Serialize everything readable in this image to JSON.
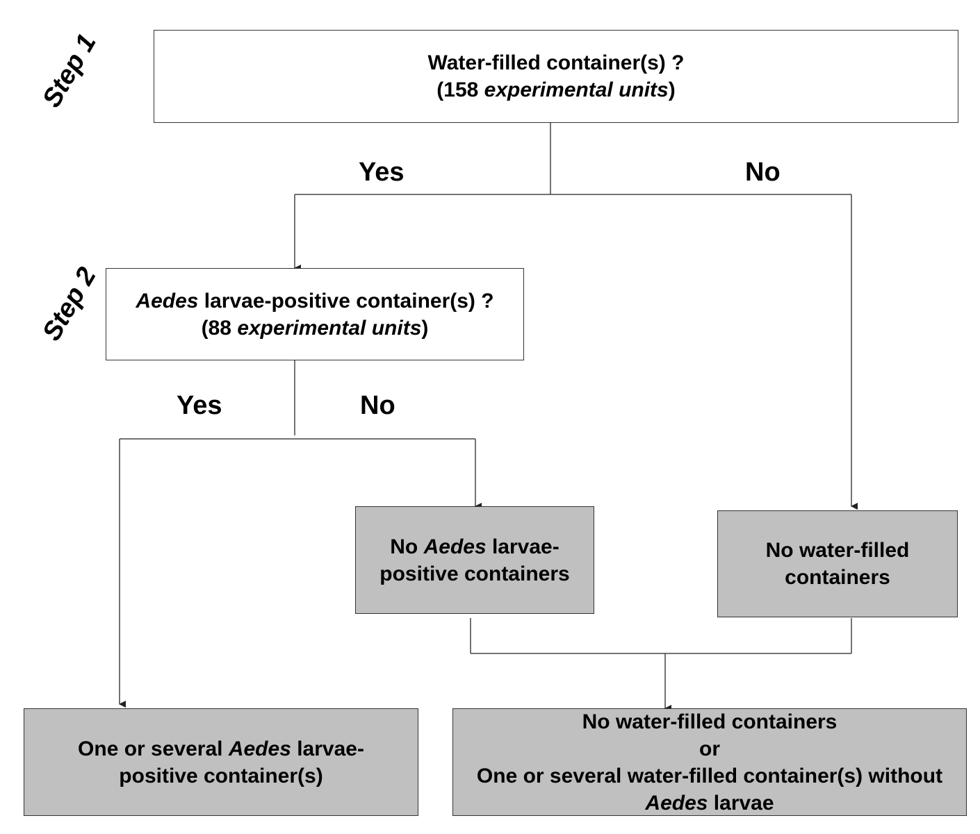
{
  "steps": {
    "step1": "Step 1",
    "step2": "Step 2"
  },
  "step1_box": {
    "line1": "Water-filled container(s) ?",
    "line2_open": "(158 ",
    "line2_italic": "experimental units",
    "line2_close": ")"
  },
  "step2_box": {
    "line1_italic": "Aedes",
    "line1_rest": " larvae-positive container(s) ?",
    "line2_open": "(88 ",
    "line2_italic": "experimental units",
    "line2_close": ")"
  },
  "branch_labels": {
    "step1_yes": "Yes",
    "step1_no": "No",
    "step2_yes": "Yes",
    "step2_no": "No"
  },
  "outcome_no_aedes": {
    "line1_pre": "No ",
    "line1_italic": "Aedes",
    "line1_post": " larvae-",
    "line2": "positive containers"
  },
  "outcome_no_water": {
    "line1": "No water-filled",
    "line2": "containers"
  },
  "result_positive": {
    "line1_pre": "One or several ",
    "line1_italic": "Aedes",
    "line1_post": " larvae-",
    "line2": "positive container(s)"
  },
  "result_negative": {
    "line1": "No water-filled containers",
    "line2": "or",
    "line3": "One or several water-filled container(s) without",
    "line4_italic": "Aedes",
    "line4_rest": " larvae"
  },
  "colors": {
    "outcome_fill": "#c0c0c0",
    "question_fill": "#ffffff",
    "line": "#333333"
  }
}
